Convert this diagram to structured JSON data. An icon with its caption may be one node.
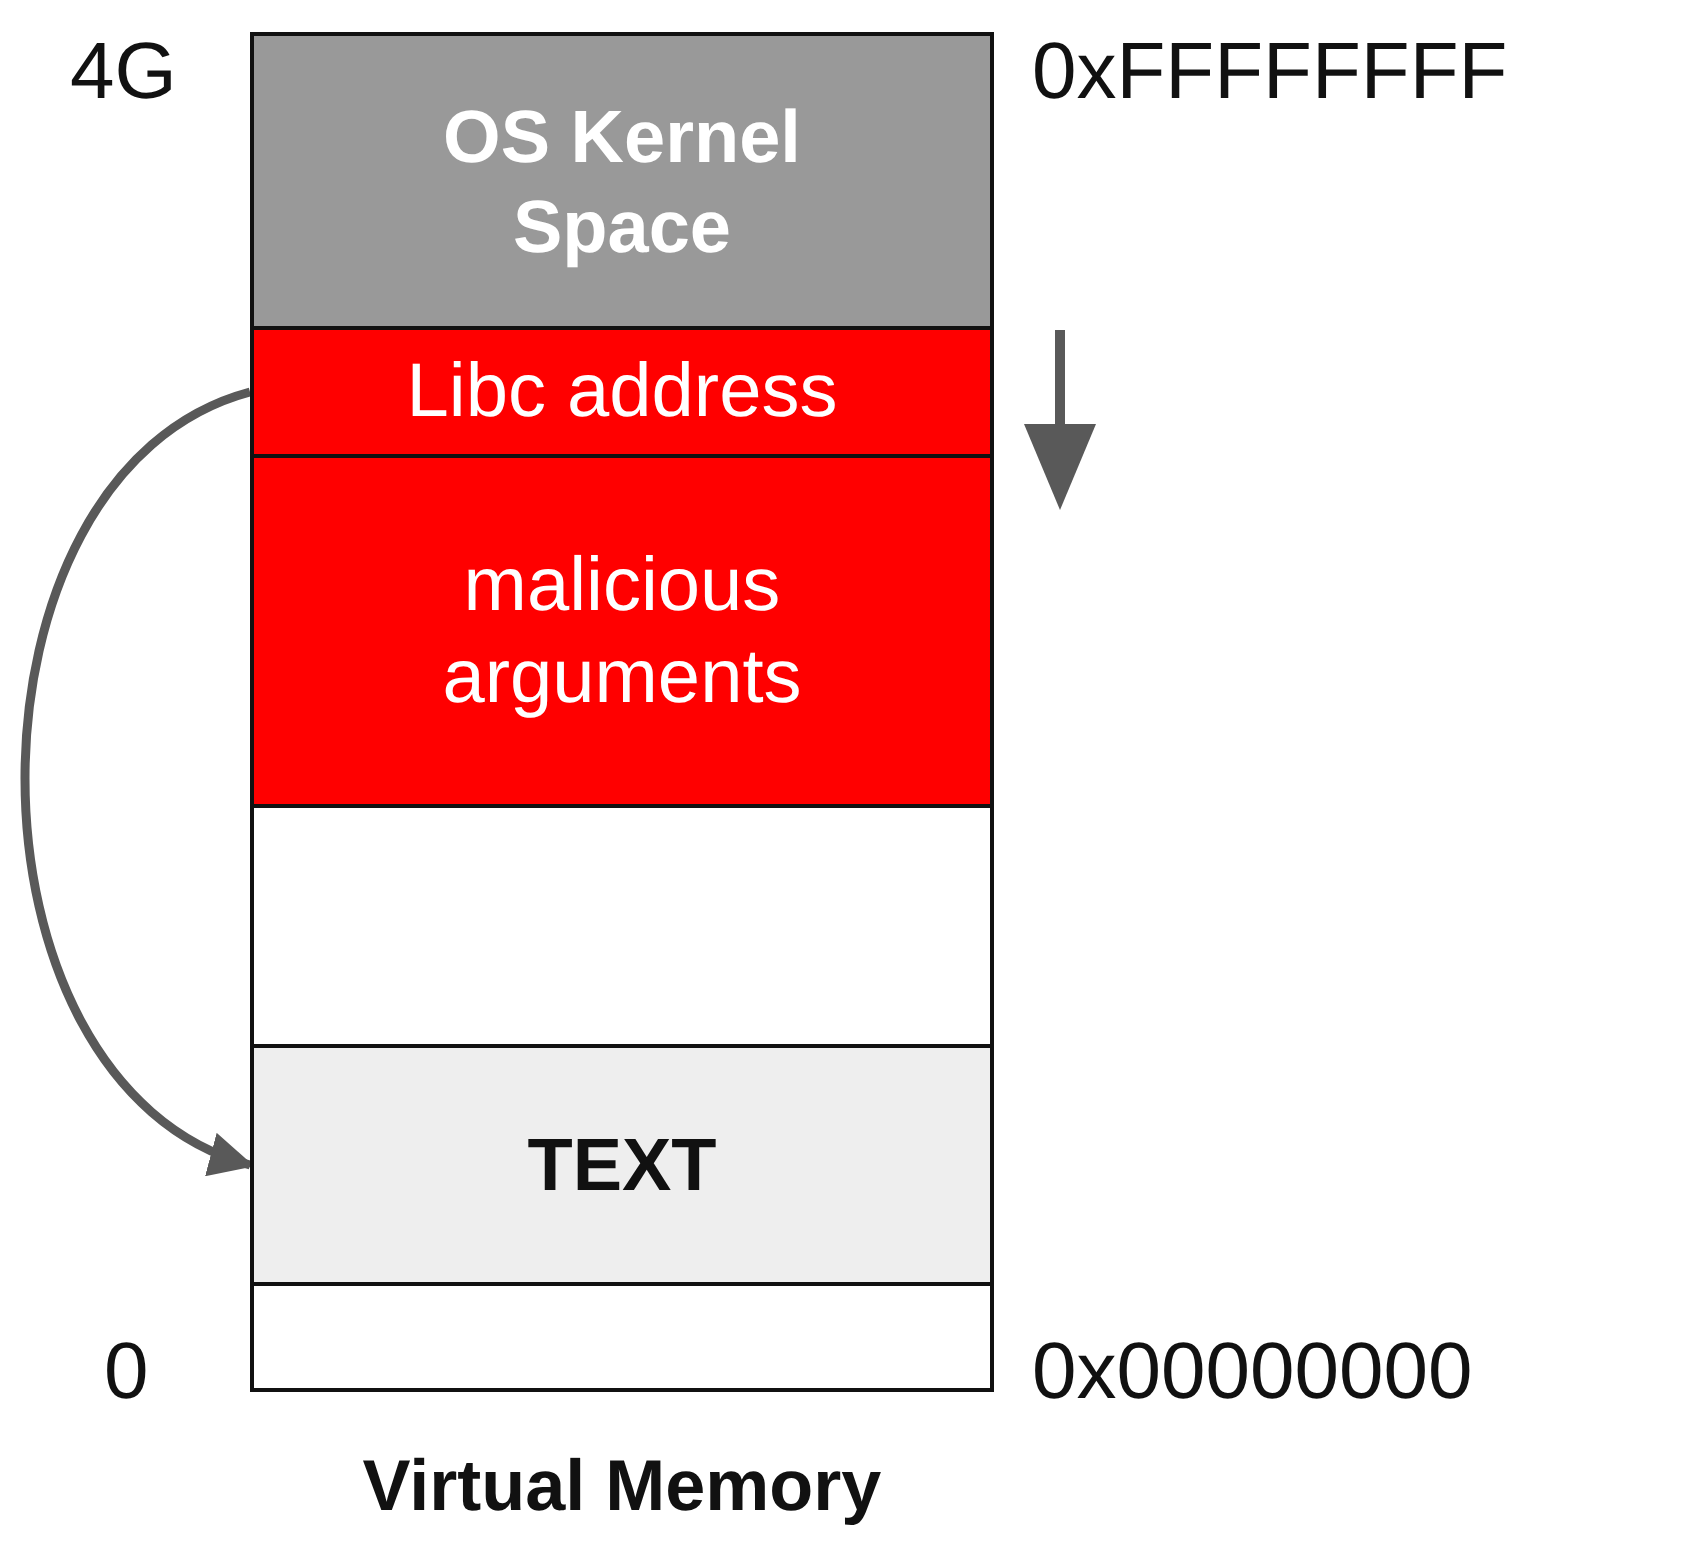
{
  "diagram": {
    "caption": "Virtual Memory",
    "nodes": [
      {
        "text": [
          "OS Kernel Space"
        ]
      },
      {
        "text": [
          "Libc address"
        ]
      },
      {
        "text": [
          "malicious arguments"
        ]
      },
      {
        "text": [],
        "shape": "box"
      },
      {
        "text": [
          "TEXT"
        ]
      },
      {
        "text": [],
        "shape": "box"
      }
    ],
    "edges": [
      {
        "from": 1,
        "to": 4,
        "arrow": "to"
      }
    ],
    "labels": [
      "4G",
      "0xFFFFFFFF",
      "0",
      "0x00000000"
    ]
  }
}
